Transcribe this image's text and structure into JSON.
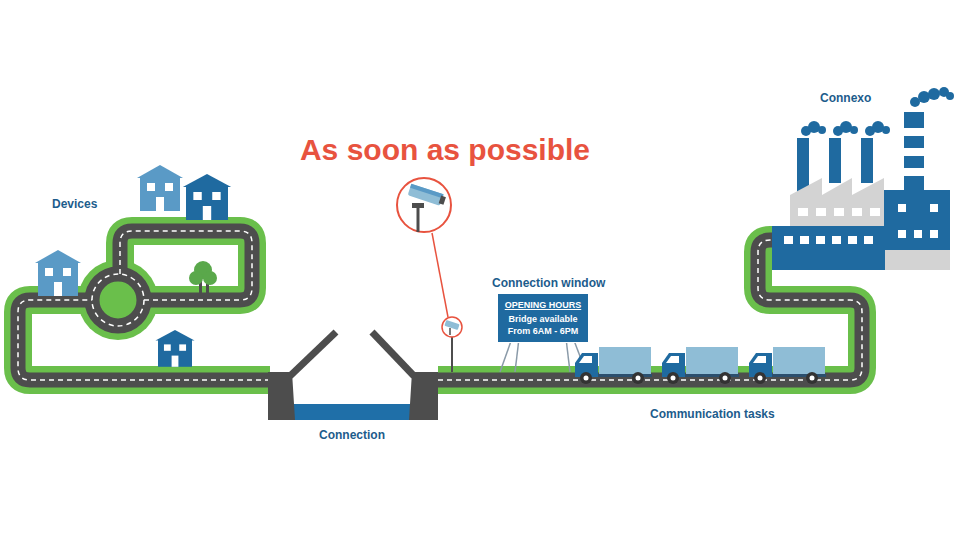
{
  "diagram": {
    "title": "As soon as possible",
    "nodes": [
      {
        "text": [
          "Connection window",
          "OPENING HOURS",
          "Bridge available From 6AM - 6PM"
        ]
      }
    ],
    "labels": [
      "Devices",
      "Connexo",
      "Connection",
      "Communication tasks"
    ]
  }
}
